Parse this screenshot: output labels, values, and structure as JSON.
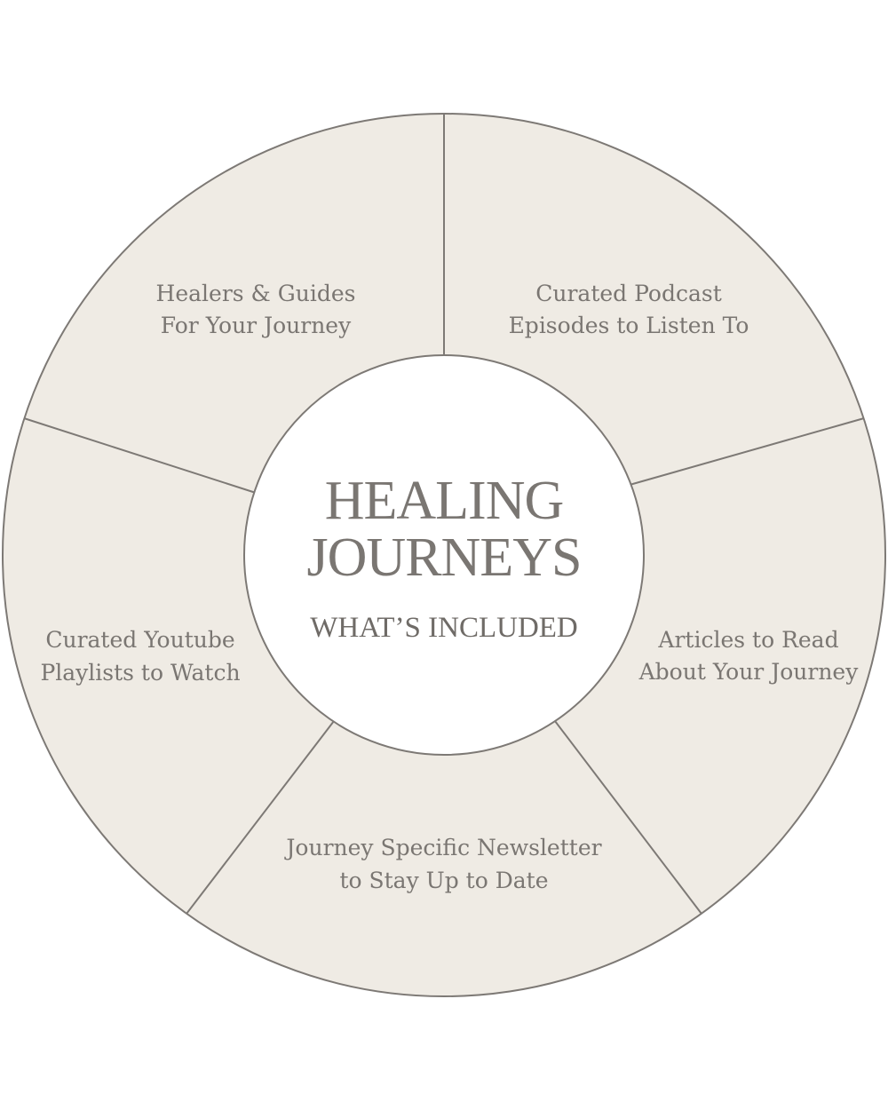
{
  "diagram": {
    "center": {
      "title_line1": "HEALING",
      "title_line2": "JOURNEYS",
      "subtitle": "WHAT’S INCLUDED"
    },
    "segments": [
      {
        "line1": "Healers & Guides",
        "line2": "For Your Journey"
      },
      {
        "line1": "Curated Podcast",
        "line2": "Episodes to Listen To"
      },
      {
        "line1": "Articles to Read",
        "line2": "About Your Journey"
      },
      {
        "line1": "Journey Specific Newsletter",
        "line2": "to Stay Up to Date"
      },
      {
        "line1": "Curated Youtube",
        "line2": "Playlists to Watch"
      }
    ]
  },
  "colors": {
    "segment_fill": "#efebe4",
    "outline": "#7d7975",
    "text": "#7a7672",
    "center_fill": "#ffffff"
  }
}
